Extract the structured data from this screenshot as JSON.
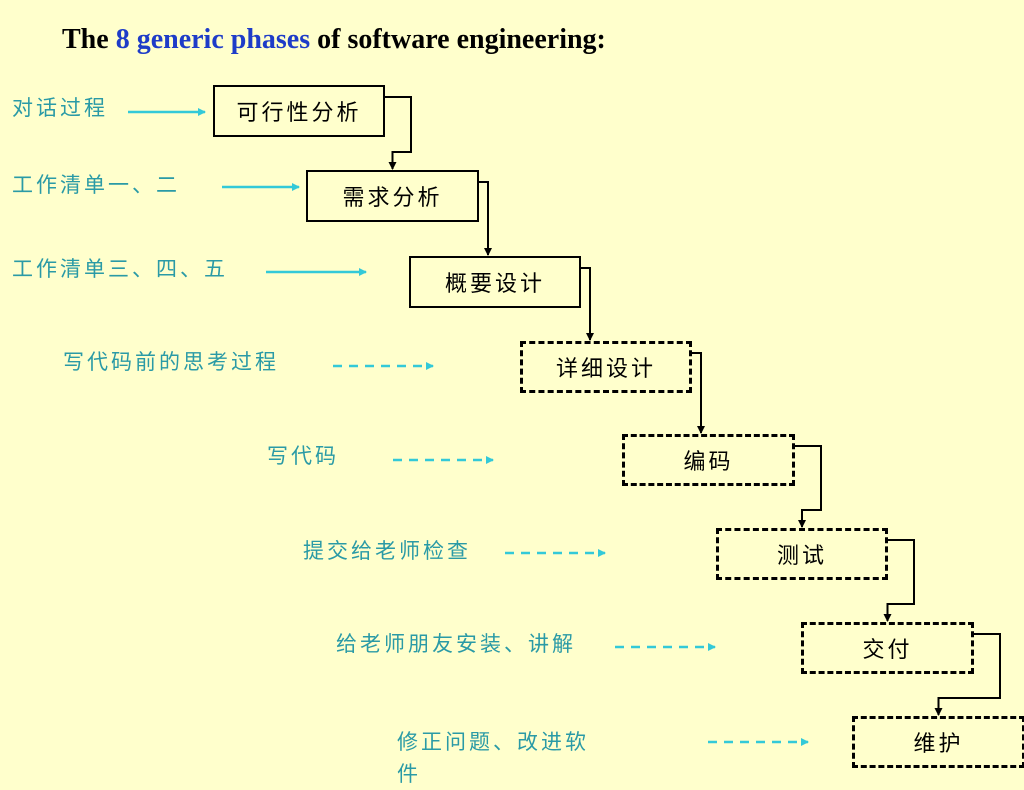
{
  "title": {
    "prefix": "The ",
    "highlight": "8 generic phases",
    "suffix": " of software engineering:"
  },
  "colors": {
    "background": "#ffffcc",
    "label": "#2a9aa6",
    "arrow": "#33c9d8",
    "highlight": "#1e3cc8",
    "box_border": "#000000"
  },
  "phases": [
    {
      "name": "可行性分析",
      "style": "solid",
      "label": "对话过程"
    },
    {
      "name": "需求分析",
      "style": "solid",
      "label": "工作清单一、二"
    },
    {
      "name": "概要设计",
      "style": "solid",
      "label": "工作清单三、四、五"
    },
    {
      "name": "详细设计",
      "style": "dashed",
      "label": "写代码前的思考过程"
    },
    {
      "name": "编码",
      "style": "dashed",
      "label": "写代码"
    },
    {
      "name": "测试",
      "style": "dashed",
      "label": "提交给老师检查"
    },
    {
      "name": "交付",
      "style": "dashed",
      "label": "给老师朋友安装、讲解"
    },
    {
      "name": "维护",
      "style": "dashed",
      "label": "修正问题、改进软件"
    }
  ]
}
